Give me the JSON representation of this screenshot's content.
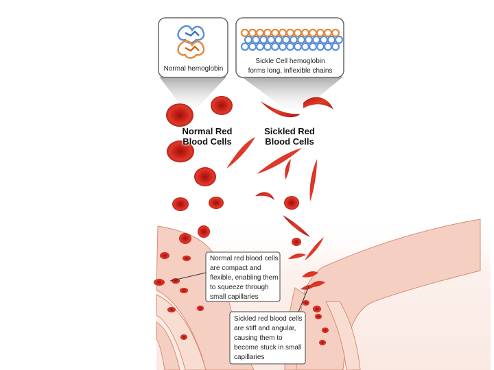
{
  "panels": {
    "normal_hemoglobin_label": "Normal hemoglobin",
    "sickle_hemoglobin_line1": "Sickle Cell hemoglobin",
    "sickle_hemoglobin_line2": "forms long, inflexible chains"
  },
  "headings": {
    "normal_line1": "Normal Red",
    "normal_line2": "Blood Cells",
    "sickled_line1": "Sickled Red",
    "sickled_line2": "Blood Cells"
  },
  "callouts": {
    "normal": [
      "Normal red blood cells",
      "are compact and",
      "flexible, enabling them",
      "to squeeze through",
      "small capillaries"
    ],
    "sickled": [
      "Sickled red blood cells",
      "are stiff and angular,",
      "causing them to",
      "become stuck in small",
      "capillaries"
    ]
  },
  "colors": {
    "cell": "#d42b1c",
    "cell_center": "#a8140c",
    "vessel": "#f3c9b9",
    "vessel_edge": "#d88a72",
    "hemoglobin_blue": "#5c8fd6",
    "hemoglobin_orange": "#e8873a"
  }
}
